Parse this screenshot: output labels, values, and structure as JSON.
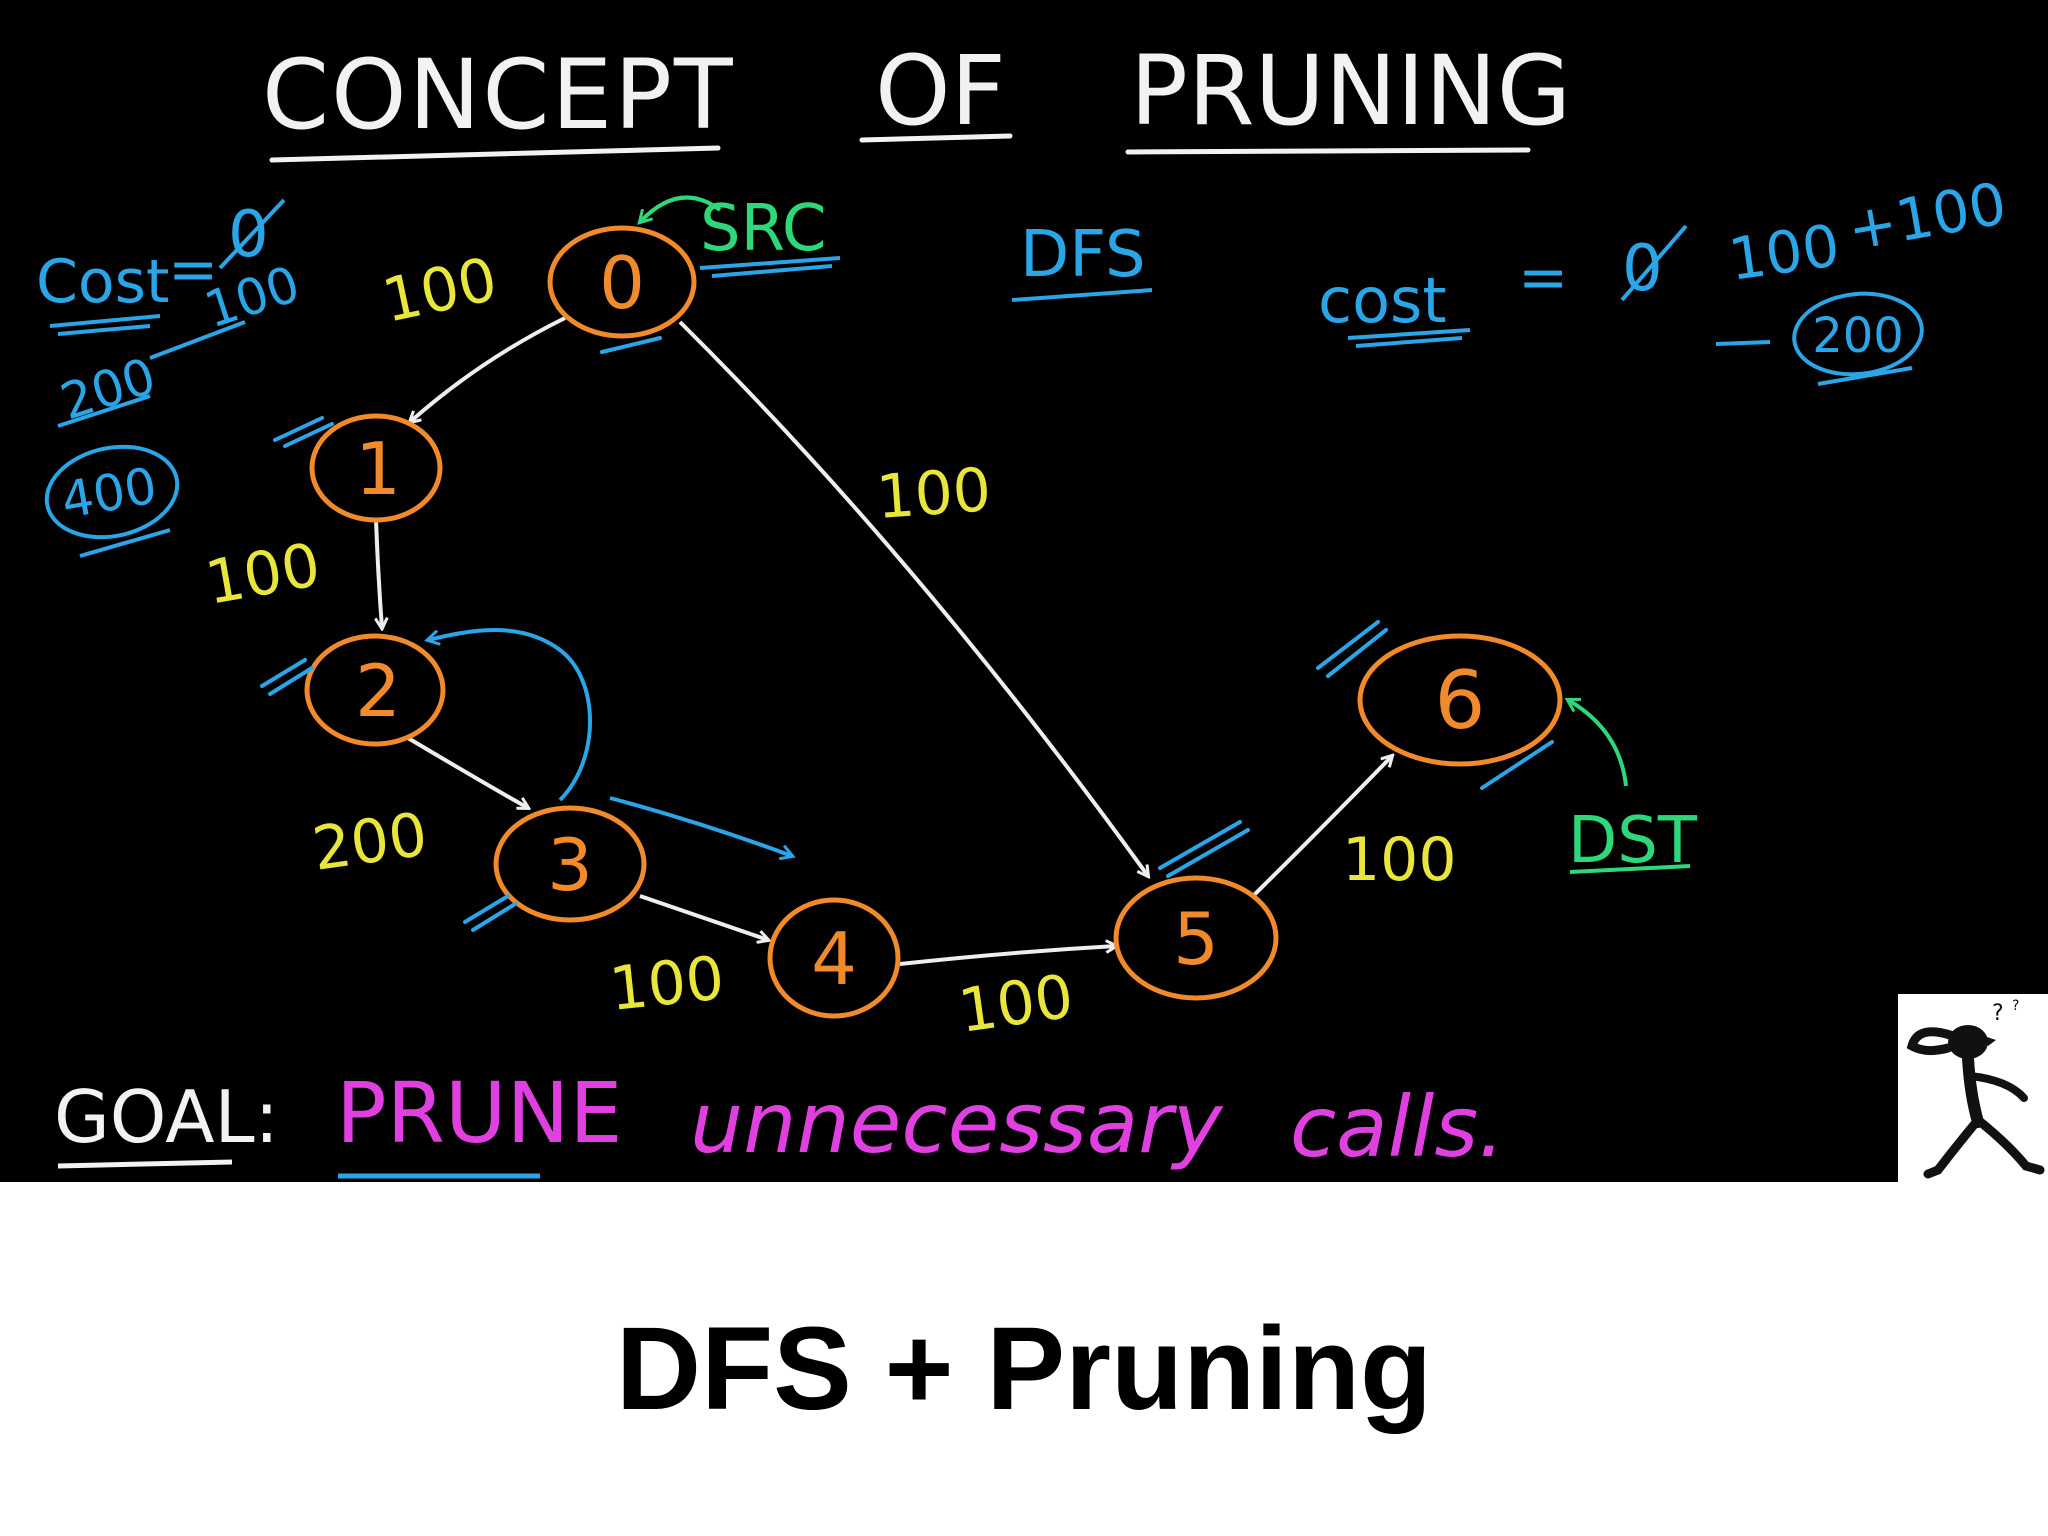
{
  "board": {
    "title_words": [
      "CONCEPT",
      "OF",
      "PRUNING"
    ],
    "goal_label": "GOAL:",
    "goal_words": [
      "PRUNE",
      "unnecessary",
      "calls."
    ],
    "algorithm_label": "DFS",
    "src_label": "SRC",
    "dst_label": "DST",
    "left_cost": {
      "label": "Cost",
      "eq": "=",
      "initial": "0",
      "added": [
        "100",
        "200"
      ],
      "total": "400"
    },
    "right_cost": {
      "label": "cost",
      "eq": "=",
      "initial": "0",
      "added": [
        "100",
        "+100"
      ],
      "total": "200"
    },
    "nodes": [
      {
        "id": "0",
        "label": "0"
      },
      {
        "id": "1",
        "label": "1"
      },
      {
        "id": "2",
        "label": "2"
      },
      {
        "id": "3",
        "label": "3"
      },
      {
        "id": "4",
        "label": "4"
      },
      {
        "id": "5",
        "label": "5"
      },
      {
        "id": "6",
        "label": "6"
      }
    ],
    "edges": [
      {
        "from": "0",
        "to": "1",
        "weight": "100"
      },
      {
        "from": "1",
        "to": "2",
        "weight": "100"
      },
      {
        "from": "2",
        "to": "3",
        "weight": "200"
      },
      {
        "from": "3",
        "to": "4",
        "weight": "100"
      },
      {
        "from": "4",
        "to": "5",
        "weight": "100"
      },
      {
        "from": "0",
        "to": "5",
        "weight": "100"
      },
      {
        "from": "5",
        "to": "6",
        "weight": "100"
      }
    ],
    "colors": {
      "background": "#000000",
      "node": "#f08a2a",
      "edge": "#eeeeee",
      "weight": "#e8e63a",
      "cost": "#2aa6e8",
      "src_dst": "#2ed87a",
      "goal": "#e040e0",
      "title": "#f2f2f2"
    },
    "mascot_icon": "thinking-stick-figure-icon"
  },
  "caption": "DFS + Pruning"
}
